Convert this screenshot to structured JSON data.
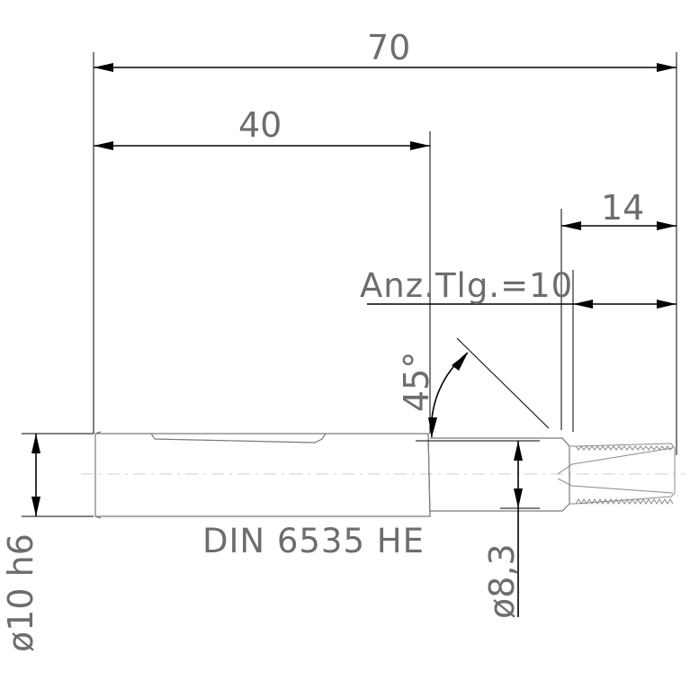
{
  "dimensions": {
    "overall_length": "70",
    "shank_length": "40",
    "thread_length": "14",
    "chamfer_angle": "45°",
    "shank_diameter": "ø10 h6",
    "neck_diameter": "ø8,3"
  },
  "notes": {
    "teeth_count": "Anz.Tlg.=10",
    "standard": "DIN 6535 HE"
  },
  "colors": {
    "dimension_lines": "#000000",
    "part_outline": "#7a7a7a",
    "text": "#6d6d6d"
  }
}
